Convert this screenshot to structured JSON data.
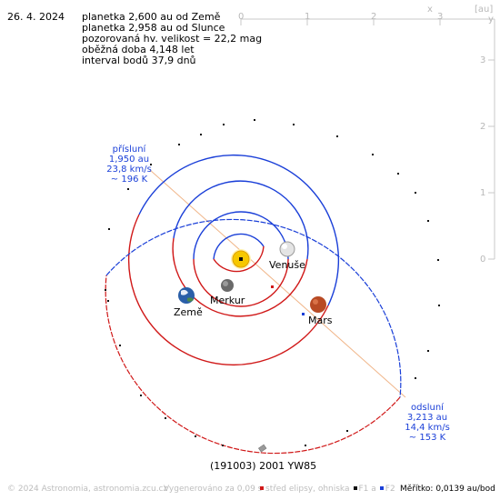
{
  "header": {
    "date": "26. 4. 2024",
    "lines": [
      "planetka 2,600 au od Země",
      "planetka 2,958 au od Slunce",
      "pozorovaná hv. velikost = 22,2 mag",
      "oběžná doba 4,148 let",
      "interval bodů 37,9 dnů"
    ]
  },
  "axes": {
    "unit": "[au]",
    "x_label": "x",
    "y_label": "y",
    "x_ticks": [
      "0",
      "1",
      "2",
      "3"
    ],
    "y_ticks": [
      "3",
      "2",
      "1",
      "0"
    ]
  },
  "planets": {
    "venus": "Venuše",
    "mercury": "Merkur",
    "earth": "Země",
    "mars": "Mars"
  },
  "perihelion": {
    "title": "přísluní",
    "distance": "1,950 au",
    "speed": "23,8 km/s",
    "angle": "~ 196 K"
  },
  "aphelion": {
    "title": "odsluní",
    "distance": "3,213 au",
    "speed": "14,4 km/s",
    "angle": "~ 153 K"
  },
  "asteroid_name": "(191003) 2001 YW85",
  "footer": {
    "copyright": "© 2024 Astronomia, astronomia.zcu.cz",
    "render": "Vygenerováno za 0,09 s",
    "legend_center": "střed elipsy, ohniska",
    "legend_f1": "F1 a",
    "legend_f2": "F2",
    "scale": "Měřítko: 0,0139 au/bod"
  },
  "colors": {
    "orbit_blue": "#1a3fd8",
    "orbit_red": "#d01818",
    "apse_line": "#f0b68a",
    "sun": "#f6c800",
    "mars": "#b84a24"
  }
}
